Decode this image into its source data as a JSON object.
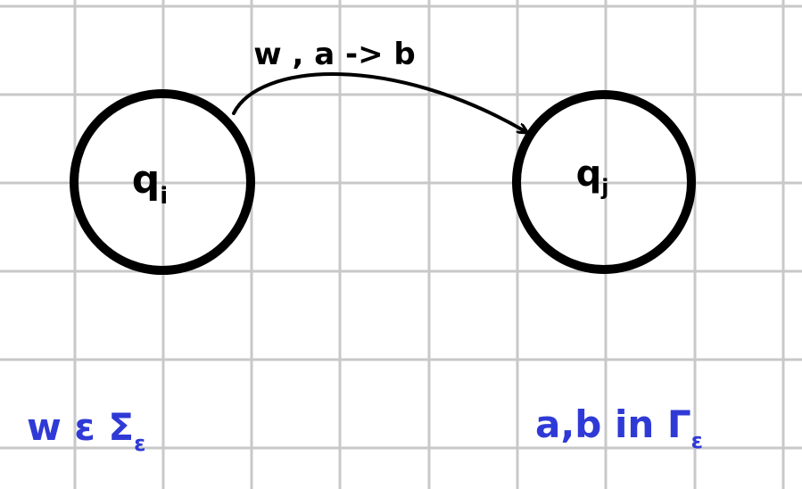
{
  "diagram": {
    "states": [
      {
        "id": "qi",
        "label": "qi",
        "main": "q",
        "sub": "i"
      },
      {
        "id": "qj",
        "label": "qj",
        "main": "q",
        "sub": "j"
      }
    ],
    "edges": [
      {
        "from": "qi",
        "to": "qj",
        "label": "w , a -> b"
      }
    ],
    "notes": {
      "left": {
        "main": "w ε Σ",
        "sub": "ε"
      },
      "right": {
        "main": "a,b in Γ",
        "sub": "ε"
      }
    },
    "colors": {
      "ink": "#000000",
      "blue_ink": "#2f3ad6",
      "grid": "#c8c8c8",
      "background": "#ffffff"
    }
  }
}
